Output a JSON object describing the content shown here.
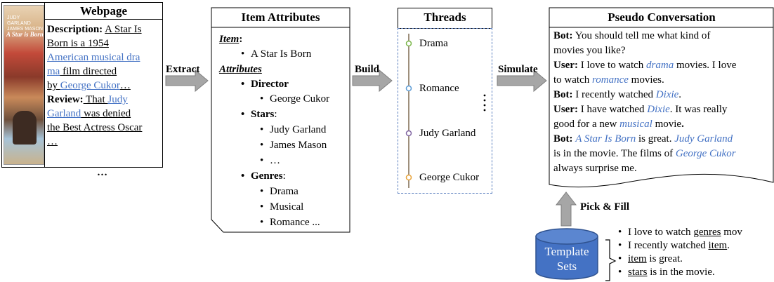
{
  "webpage": {
    "title": "Webpage",
    "desc_label": "Description:",
    "desc_line1_a": "A Star Is",
    "desc_line2": "Born is a 1954",
    "desc_line3_link": "American musical dra",
    "desc_line4_link": "ma",
    "desc_line4_rest": " film directed",
    "desc_line5_a": "by ",
    "desc_line5_link": "George Cukor",
    "desc_line5_ell": "…",
    "review_label": "Review:",
    "review_line1_a": " That ",
    "review_line1_link": "Judy",
    "review_line2_link": "Garland",
    "review_line2_rest": " was denied",
    "review_line3": "the Best Actress Oscar",
    "review_line4": "…",
    "more": "…"
  },
  "arrows": {
    "extract": "Extract",
    "build": "Build",
    "simulate": "Simulate",
    "pick_fill": "Pick & Fill"
  },
  "attributes": {
    "title": "Item Attributes",
    "item_heading": "Item",
    "item_colon": ":",
    "item_value": "A Star Is Born",
    "attributes_heading": "Attributes",
    "director_label": "Director",
    "director_value": "George Cukor",
    "stars_label": "Stars",
    "stars_colon": ":",
    "stars": [
      "Judy Garland",
      "James Mason",
      "…"
    ],
    "genres_label": "Genres",
    "genres_colon": ":",
    "genres": [
      "Drama",
      "Musical",
      "Romance ..."
    ]
  },
  "threads": {
    "title": "Threads",
    "items": [
      "Drama",
      "Romance",
      "Judy Garland",
      "George Cukor"
    ],
    "colors": [
      "#7ab648",
      "#5b9bd5",
      "#8064a2",
      "#e8a33a"
    ]
  },
  "conversation": {
    "title": "Pseudo Conversation",
    "bot1_label": "Bot:",
    "bot1_text_a": " You should tell me what kind of",
    "bot1_text_b": "movies you like?",
    "user1_label": "User:",
    "user1_a": " I love to watch ",
    "user1_drama": "drama",
    "user1_b": " movies. I love",
    "user1_c": "to watch ",
    "user1_romance": "romance",
    "user1_d": " movies.",
    "bot2_label": "Bot:",
    "bot2_a": " I recently watched ",
    "bot2_dixie": "Dixie",
    "bot2_b": ".",
    "user2_label": "User:",
    "user2_a": " I have watched ",
    "user2_dixie": "Dixie",
    "user2_b": ". It was really",
    "user2_c": "good for a new ",
    "user2_musical": "musical",
    "user2_d": " movie",
    "user2_e": ".",
    "bot3_label": "Bot:",
    "bot3_star": "A Star Is Born",
    "bot3_a": " is great. ",
    "bot3_judy": "Judy Garland",
    "bot3_b": "is in the movie. The films of ",
    "bot3_cukor": "George Cukor",
    "bot3_c": "always surprise me."
  },
  "template_sets": {
    "label_line1": "Template",
    "label_line2": "Sets",
    "fill_color": "#4472c4",
    "items": [
      {
        "pre": "I love to watch ",
        "slot": "genres",
        "post": " mov"
      },
      {
        "pre": "I recently watched ",
        "slot": "item",
        "post": "."
      },
      {
        "pre": "",
        "slot": "item",
        "post": " is great."
      },
      {
        "pre": "",
        "slot": "stars",
        "post": " is in the movie."
      }
    ]
  }
}
